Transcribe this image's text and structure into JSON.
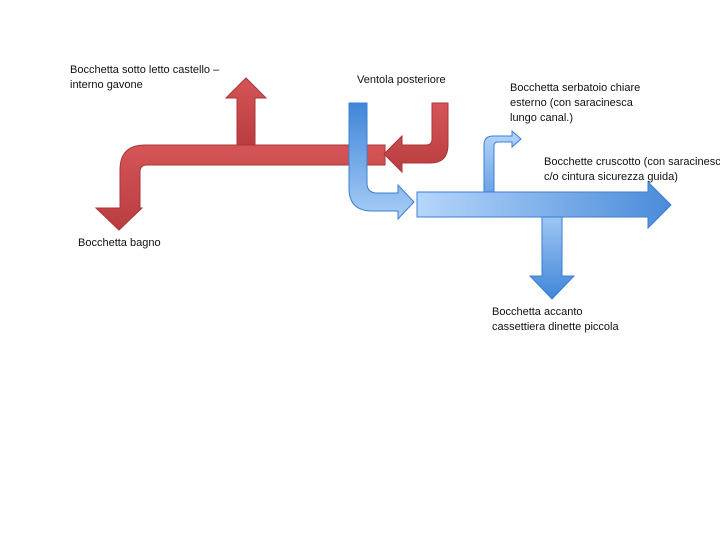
{
  "colors": {
    "red": "#c9484a",
    "red_dark": "#b23a3d",
    "blue_light": "#a9cdf7",
    "blue_dark": "#3f86d8"
  },
  "labels": {
    "bocchetta_sotto_letto": "Bocchetta sotto letto castello –\ninterno gavone",
    "ventola_posteriore": "Ventola posteriore",
    "bocchetta_serbatoio": "Bocchetta serbatoio chiare\nesterno (con saracinesca\nlungo canal.)",
    "bocchette_cruscotto": "Bocchette cruscotto (con saracinesca\nc/o cintura sicurezza guida)",
    "bocchetta_bagno": "Bocchetta bagno",
    "bocchetta_accanto": "Bocchetta accanto\ncassettiera dinette piccola"
  }
}
